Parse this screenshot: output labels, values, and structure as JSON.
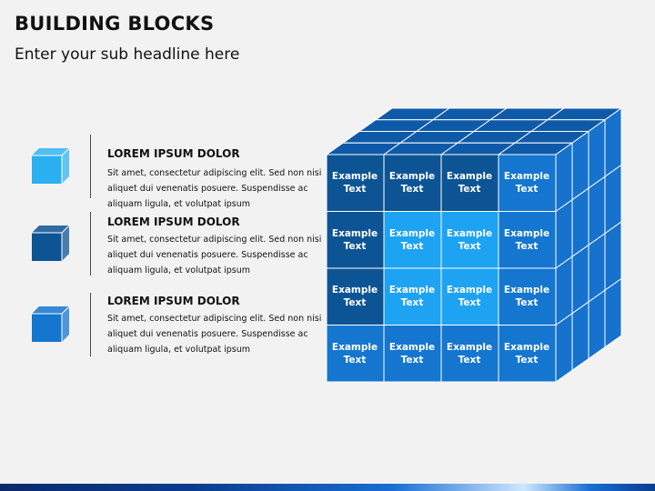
{
  "header": {
    "title": "BUILDING BLOCKS",
    "subtitle": "Enter your sub headline here"
  },
  "items": [
    {
      "heading": "LOREM IPSUM DOLOR",
      "lines": [
        "Sit amet, consectetur adipiscing elit. Sed non nisi",
        "aliquet dui venenatis posuere. Suspendisse ac",
        "aliquam ligula, et volutpat ipsum"
      ],
      "cube_color": "#2ab0f0"
    },
    {
      "heading": "LOREM IPSUM DOLOR",
      "lines": [
        "Sit amet, consectetur adipiscing elit. Sed non nisi",
        "aliquet dui venenatis posuere. Suspendisse ac",
        "aliquam ligula, et volutpat ipsum"
      ],
      "cube_color": "#0d5494"
    },
    {
      "heading": "LOREM IPSUM DOLOR",
      "lines": [
        "Sit amet, consectetur adipiscing elit. Sed non nisi",
        "aliquet dui venenatis posuere. Suspendisse ac",
        "aliquam ligula, et volutpat ipsum"
      ],
      "cube_color": "#1476cf"
    }
  ],
  "grid": {
    "cell_line1": "Example",
    "cell_line2": "Text",
    "colors": [
      [
        "#0d5494",
        "#0d5494",
        "#0d5494",
        "#1476cf"
      ],
      [
        "#0d5494",
        "#1ea3f3",
        "#1ea3f3",
        "#1476cf"
      ],
      [
        "#0d5494",
        "#1ea3f3",
        "#1ea3f3",
        "#1476cf"
      ],
      [
        "#1476cf",
        "#1476cf",
        "#1476cf",
        "#1476cf"
      ]
    ],
    "top_color": "#0f5aa8",
    "side_color": "#1672cc"
  }
}
